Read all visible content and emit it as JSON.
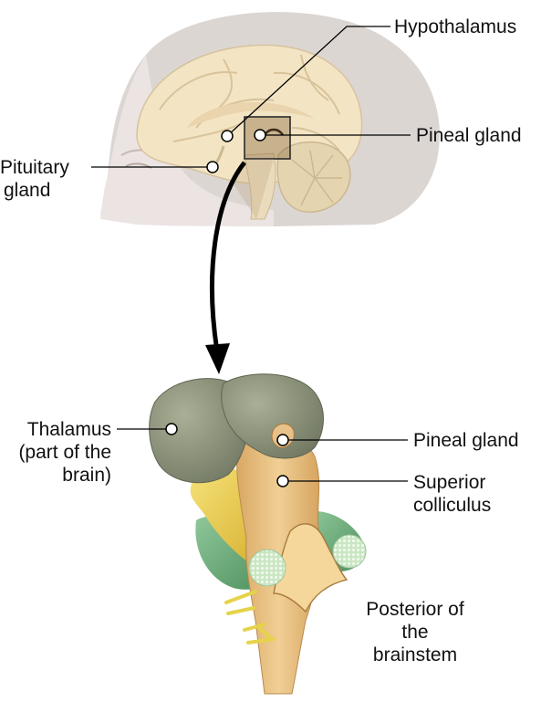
{
  "labels": {
    "hypothalamus": "Hypothalamus",
    "pineal_gland_top": "Pineal gland",
    "pituitary_line1": "Pituitary",
    "pituitary_line2": "gland",
    "thalamus_line1": "Thalamus",
    "thalamus_line2": "(part of the",
    "thalamus_line3": "brain)",
    "pineal_gland_bottom": "Pineal gland",
    "superior_line1": "Superior",
    "superior_line2": "colliculus",
    "posterior_line1": "Posterior of",
    "posterior_line2": "the",
    "posterior_line3": "brainstem"
  },
  "colors": {
    "head_skin": "#ece6e4",
    "hair": "#d8d2cf",
    "brain": "#f3e4c4",
    "cerebellum": "#e4d4b0",
    "thalamus": "#8b9278",
    "brainstem": "#e3b97a",
    "yellow_tract": "#e8c84a",
    "green_tract": "#6fae7a",
    "colliculus_ball": "#c9e8c4"
  }
}
